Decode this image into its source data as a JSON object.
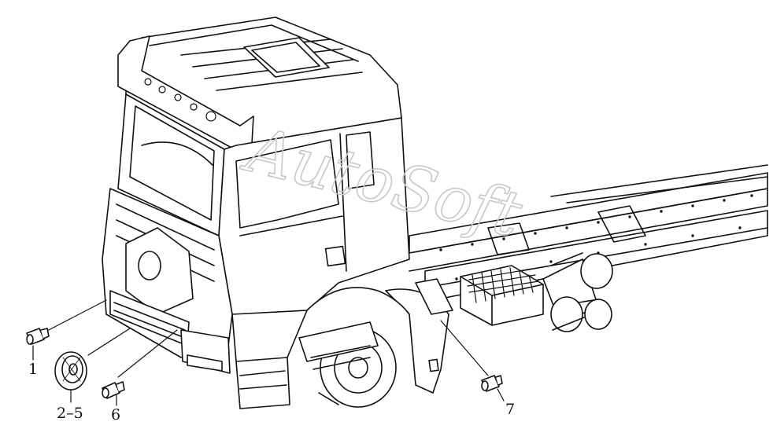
{
  "callouts": {
    "part_1": "1",
    "part_2_5": "2–5",
    "part_6": "6",
    "part_7": "7"
  },
  "watermark": "AutoSoft",
  "colors": {
    "line": "#111111",
    "paper": "#ffffff",
    "watermark": "#cfcfcf"
  }
}
